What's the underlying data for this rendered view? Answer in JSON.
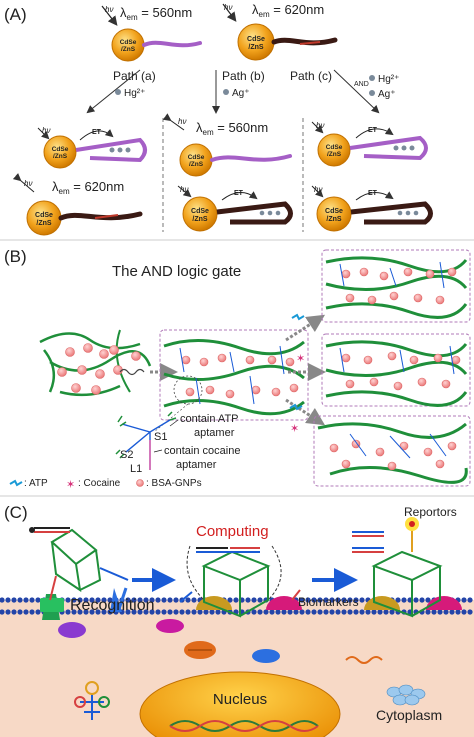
{
  "panel_a": {
    "label": "(A)",
    "em_top_left": "λ",
    "em_sub": "em",
    "em_val_1": " = 560nm",
    "em_val_2": " = 620nm",
    "qd_line1": "CdSe",
    "qd_line2": "/ZnS",
    "hv": "hν",
    "path_a": "Path (a)",
    "path_b": "Path (b)",
    "path_c": "Path (c)",
    "ion_hg": "Hg²⁺",
    "ion_ag": "Ag⁺",
    "and": "AND",
    "et": "ET"
  },
  "panel_b": {
    "label": "(B)",
    "title": "The AND logic gate",
    "s1": "S1",
    "s2": "S2",
    "l1": "L1",
    "atp_aptamer_1": "contain ATP",
    "atp_aptamer_2": "aptamer",
    "cocaine_aptamer_1": "contain cocaine",
    "cocaine_aptamer_2": "aptamer",
    "legend_atp": ": ATP",
    "legend_cocaine": ": Cocaine",
    "legend_bsa": ": BSA-GNPs"
  },
  "panel_c": {
    "label": "(C)",
    "computing": "Computing",
    "reportors": "Reportors",
    "recognition": "Recognition",
    "biomarkers": "Biomarkers",
    "nucleus": "Nucleus",
    "cytoplasm": "Cytoplasm"
  },
  "colors": {
    "qd_orange": "#f2a31d",
    "purple_strand": "#a55fc6",
    "dark_strand": "#3a1a14",
    "red_strand": "#c0392b",
    "green_mesh": "#1f8f3a",
    "gnp_pink": "#f08c8c",
    "dashed_box": "#b07ab8",
    "computing_red": "#d21f1f",
    "arrow_blue": "#1a5bd6",
    "membrane_blue": "#2344a8",
    "cytoplasm_bg": "#f7d9c6",
    "nucleus_orange": "#f0a000"
  }
}
